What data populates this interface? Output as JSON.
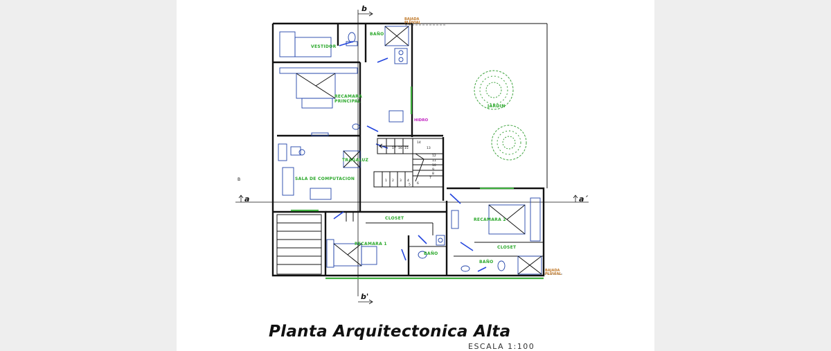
{
  "drawing": {
    "title": "Planta Arquitectonica Alta",
    "scale": "ESCALA 1:100"
  },
  "rooms": {
    "vestidor": "VESTIDOR",
    "bano_top": "BAÑO",
    "recamara_principal_1": "RECAMARA",
    "recamara_principal_2": "PRINCIPAL",
    "hidro": "HIDRO",
    "jardin": "JARDIN",
    "tragaluz": "TRAGALUZ",
    "sala_computacion": "SALA DE COMPUTACION",
    "closet_left": "CLOSET",
    "recamara_1": "RECAMARA 1",
    "bano_mid": "BAÑO",
    "recamara_2": "RECAMARA 2",
    "closet_right": "CLOSET",
    "bano_right": "BAÑO"
  },
  "marks": {
    "bajada_top_1": "BAJADA",
    "bajada_top_2": "PLUVIAL",
    "bajada_bottom_1": "BAJADA",
    "bajada_bottom_2": "PLUVIAL"
  },
  "axes": {
    "b_top": "b",
    "b_bottom": "b'",
    "a_left": "a",
    "a_right": "a´",
    "b_marker": "B"
  },
  "stairs_upper": [
    "17",
    "16",
    "15",
    "14",
    "13",
    "12",
    "11",
    "10",
    "9",
    "8"
  ],
  "stairs_lower": [
    "1",
    "2",
    "3",
    "4",
    "5",
    "6",
    "7"
  ],
  "colors": {
    "room_label": "#2aa82a",
    "walls": "#111111",
    "doors": "#2244dd",
    "furniture": "#2244aa",
    "glazing": "#3fae3f",
    "marks": "#c07828",
    "hidro": "#c020c0"
  }
}
